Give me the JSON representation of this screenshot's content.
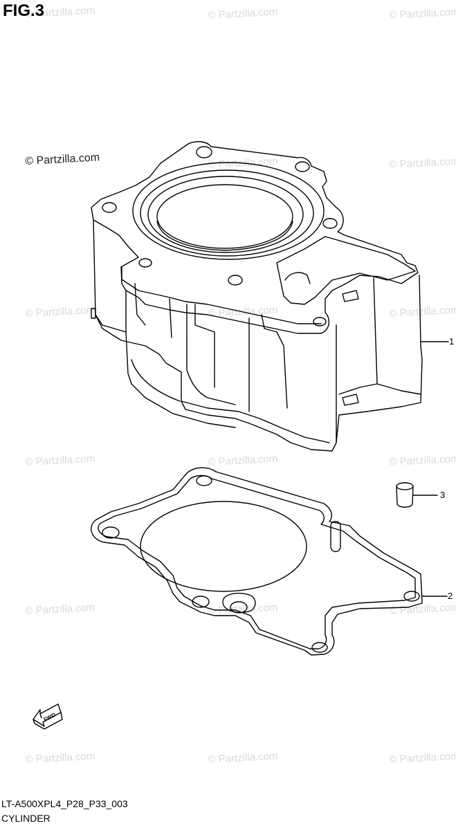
{
  "figure": {
    "title": "FIG.3"
  },
  "watermark": {
    "text": "© Partzilla.com"
  },
  "parts": [
    {
      "callout": "1"
    },
    {
      "callout": "2"
    },
    {
      "callout": "3"
    }
  ],
  "fwd_label": "FWD",
  "footer": {
    "code": "LT-A500XPL4_P28_P33_003",
    "name": "CYLINDER"
  }
}
